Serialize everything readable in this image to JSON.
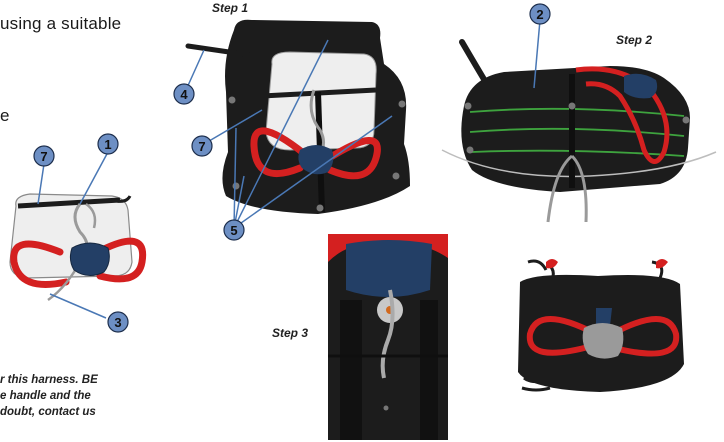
{
  "text": {
    "heading_fragment": "using a suitable",
    "line_fragment": "e",
    "warning_lines": [
      "r this harness. BE",
      "e handle and the",
      "doubt, contact us"
    ]
  },
  "steps": {
    "step1": "Step 1",
    "step2": "Step 2",
    "step3": "Step 3"
  },
  "callouts": {
    "c1": "1",
    "c2": "2",
    "c3": "3",
    "c4": "4",
    "c5": "5",
    "c7a": "7",
    "c7b": "7"
  },
  "colors": {
    "callout_fill": "#6d8fc4",
    "leader_line": "#4a78b5",
    "harness_black": "#1c1c1c",
    "handle_red": "#d42020",
    "container_navy": "#233f66",
    "bridle_grey": "#9a9a9a",
    "sheet_white": "#eeeeee",
    "elastic_green": "#3ea33e"
  }
}
